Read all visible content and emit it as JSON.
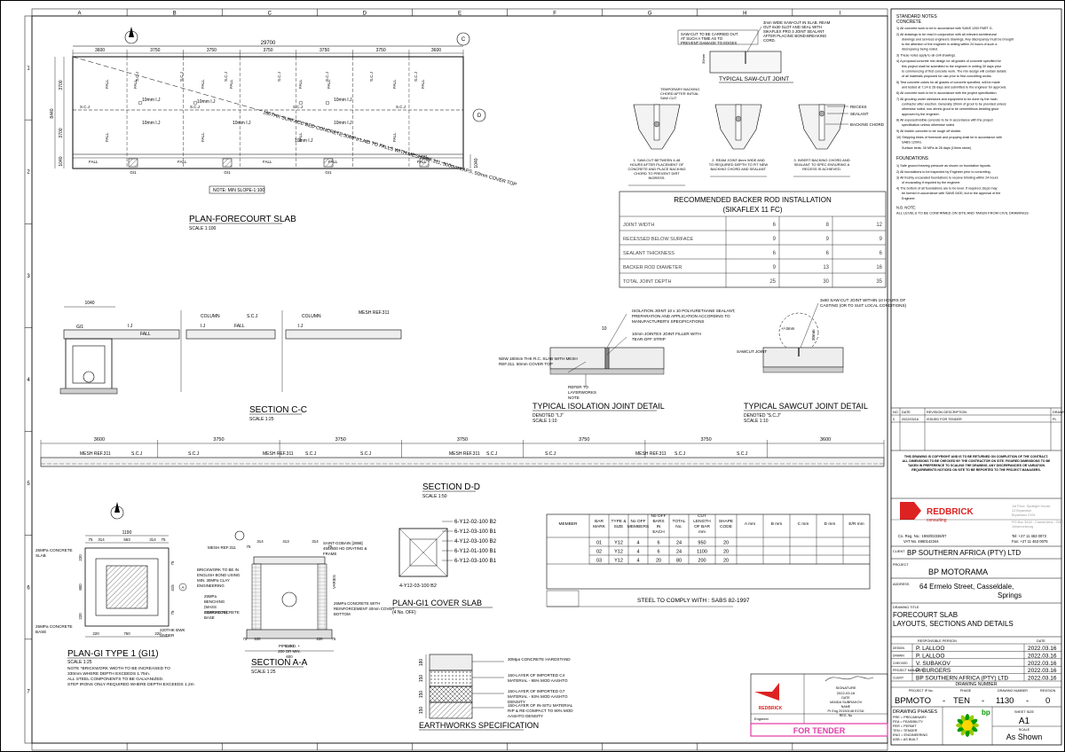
{
  "grid_cols": [
    "A",
    "B",
    "C",
    "D",
    "E",
    "F",
    "G",
    "H",
    "I"
  ],
  "grid_rows": [
    "1",
    "2",
    "3",
    "4",
    "5",
    "6",
    "7"
  ],
  "plan": {
    "title": "PLAN-FORECOURT SLAB",
    "scale": "SCALE 1:100",
    "total_dim": "29700",
    "bay_dims": [
      "3600",
      "3750",
      "3750",
      "3750",
      "3750",
      "3750",
      "3600"
    ],
    "left_dims": [
      "3700",
      "3700",
      "1040"
    ],
    "overall_height": "8440",
    "bottom_dims": [
      "1040",
      "1040"
    ],
    "fall_note": "180THK SURFACE BED CONCRETE 30MPa LAID TO FALLS WITH MESH REF.311, 500mm LAPS, 50mm COVER TOP",
    "min_slope_note": "NOTE: MIN SLOPE-1:100",
    "labels": {
      "fall": "FALL",
      "scj": "S.C.J",
      "ij": "10mm I.J",
      "gi1": "GI1"
    },
    "sec_marks": [
      "C",
      "D"
    ]
  },
  "saw_cut": {
    "title": "TYPICAL SAW-CUT JOINT",
    "note_left": "SAW-CUT TO BE CARRIED OUT AT SUCH A TIME AS TO PREVENT DAMAGE TO EDGES",
    "note_right": "3mm WIDE SAW-CUT IN SLAB. REAM OUT 8x30 SLOT AND SEAL WITH SIKAFLEX PRO 3 JOINT SEALANT AFTER PLACING BOND-BREAKING CORD.",
    "dim_depth": "30mm",
    "temp_note": "TEMPORARY BACKING CHORD AFTER INITIAL SAW CUT",
    "recess": "RECESS",
    "sealant": "SEALANT",
    "backing_chord": "BACKING CHORD",
    "steps": [
      "1. SAW-CUT BETWEEN 4-48 HOURS AFTER PLACEMENT OF CONCRETE AND PLACE BACKING CHORD TO PREVENT DIRT INGRESS.",
      "2. REAM JOINT 8mm WIDE AND TO REQUIRED DEPTH TO FIT NEW BACKING CHORD AND SEALANT.",
      "3. INSERT BACKING CHORD AND SEALANT TO SPEC ENSURING A RECESS IS ACHIEVED."
    ]
  },
  "backer_table": {
    "title1": "RECOMMENDED BACKER ROD INSTALLATION",
    "title2": "(SIKAFLEX 11 FC)",
    "rows": [
      {
        "label": "JOINT WIDTH",
        "vals": [
          "6",
          "8",
          "12"
        ]
      },
      {
        "label": "RECESSED BELOW SURFACE",
        "vals": [
          "9",
          "9",
          "9"
        ]
      },
      {
        "label": "SEALANT THICKNESS",
        "vals": [
          "6",
          "6",
          "6"
        ]
      },
      {
        "label": "BACKER ROD DIAMETER",
        "vals": [
          "9",
          "13",
          "16"
        ]
      },
      {
        "label": "TOTAL JOINT DEPTH",
        "vals": [
          "25",
          "30",
          "35"
        ]
      }
    ]
  },
  "notes": {
    "h1": "STANDARD NOTES",
    "h1b": "CONCRETE",
    "concrete": [
      "1) All concrete work to be in accordance with SANS 1200 PART G.",
      "2) All drawings to be read in conjunction with all relevant architectural drawings and services engineers drawings. Any discrepancy must be brought to the attention of the engineer in writing within 24 hours of such a discrepancy being noted.",
      "3) These notes apply to all civil drawings.",
      "4) A proposal concrete mix design for all grades of concrete specified for this project shall be submitted to the engineer in writing 30 days prior to commencing of first concrete work. The mix design will contain details of all materials proposed for use prior to first concreting works.",
      "5) Test concrete cubes for all grades of concrete specified, will be made and tested at 7,14 & 28 days and submitted to the engineer for approval.",
      "6) All concrete work to be in accordance with the project specification.",
      "7) All grouting under steelwork and equipment to be done by the main contractor after erection. Generally 30mm of grout to be provided unless otherwise noted, non-shrink grout to be cementitious bedding grout approved by the engineer.",
      "8) All exposed/visible concrete to be in accordance with the project specification unless otherwise noted.",
      "9) All hidden concrete to be rough off shutter.",
      "10) Stripping times of formwork and propping shall be in accordance with SABS 1200G."
    ],
    "surface_beds": "Surface beds:     30 MPa at 28 days (19mm stone)",
    "h2": "FOUNDATIONS",
    "foundations": [
      "1) Safe ground bearing pressure as shown on foundation layouts.",
      "2) All foundations to be inspected by Engineer prior to concreting.",
      "3) All freshly excavated foundations to receive blinding within 24 hours of excavating if required by the engineer.",
      "4) The bottom of all foundations are to be level. If required, steps may be formed in accordance with SANS 0400, but to the approval of the Engineer."
    ],
    "nb1": "N.B. NOTE:",
    "nb2": "ALL LEVELS TO BE CONFIRMED ON SITE AND TAKEN FROM CIVIL DRAWINGS"
  },
  "section_cc": {
    "title": "SECTION C-C",
    "scale": "SCALE 1:25",
    "dim": "1040",
    "column": "COLUMN",
    "scj": "S.C.J",
    "ij": "I.J",
    "fall": "FALL",
    "mesh": "MESH REF.311",
    "gi1": "GI1"
  },
  "isolation": {
    "title": "TYPICAL ISOLATION JOINT DETAIL",
    "denoted": "DENOTED \"I.J\"",
    "scale": "SCALE 1:10",
    "note1": "ISOLATION JOINT 10 x 10 POLYURETHANE SEALANT, PREPARATION AND APPLICATION ACCORDING TO MANUFACTURER'S SPECIFICATIONS",
    "note2": "10mm JOINTEX JOINT FILLER WITH TEAR-OFF STRIP",
    "note3": "NEW 180mm THK R.C. SLAB WITH MESH REF.311. 50mm COVER TOP",
    "note4": "REFER TO LAYERWORKS NOTE",
    "dim": "10"
  },
  "sawcut_detail": {
    "title": "TYPICAL SAWCUT JOINT DETAIL",
    "denoted": "DENOTED \"S.C.J\"",
    "scale": "SCALE 1:10",
    "note1": "3x60 SAW-CUT JOINT WITHIN 10 HOURS OF CASTING (OR TO SUIT LOCAL CONDITIONS)",
    "note2": "SAWCUT JOINT",
    "dim1": "+/-3mm",
    "dim2": "30mm"
  },
  "section_dd": {
    "title": "SECTION D-D",
    "scale": "SCALE 1:50",
    "dims": [
      "3600",
      "3750",
      "3750",
      "3750",
      "3750",
      "3750",
      "3600"
    ],
    "mesh": "MESH REF.311",
    "scj": "S.C.J"
  },
  "plan_gi": {
    "title": "PLAN-GI TYPE 1 (GI1)",
    "scale": "SCALE 1:25",
    "note1": "NOTE *BRICKWORK WIDTH TO BE INCREASED TO 330mm WHERE DEPTH EXCEEDS 1.75m.",
    "note2": "ALL STEEL COMPONENTS TO BE GALVANIZED.",
    "note3": "STEP IRONS ONLY REQUIRED WHERE DEPTH EXCEEDS 1.2m",
    "top_dim": "1190",
    "top_dims": [
      "75",
      "314",
      "563",
      "314",
      "75"
    ],
    "side_dims": [
      "220",
      "800",
      "220"
    ],
    "side_dims_r": [
      "75",
      "415",
      "75"
    ],
    "bottom_dims": [
      "220",
      "750",
      "220"
    ],
    "label1": "25MPa CONCRETE SLAB",
    "label2": "25MPa CONCRETE BASE",
    "label3": "220THK BWK UNDER",
    "cut": "A"
  },
  "section_aa": {
    "title": "SECTION A-A",
    "scale": "SCALE 1:25",
    "mesh": "MESH REF.311",
    "top_dims": [
      "314",
      "413",
      "314"
    ],
    "top_dims2": [
      "75",
      "75"
    ],
    "label1": "SAINT-GOBAIN [2898] 450x600 HD GRATING & FRAME",
    "label2": "BRICKWORK TO BE IN ENGLISH BOND USING MIN. 30MPa CLAY ENGINEERING",
    "label3": "25MPa CONCRETE WITH REINFORCEMENT 40mm COVER BOTTOM",
    "label4": "25MPa BENCHING (MASS CONCRETE)",
    "label5": "25MPa CONCRETE BASE",
    "varies": "VARIES",
    "pipe": "PIPE O.D. + 200 OR MIN. 600",
    "bottom": "1190",
    "bottom_dims": [
      "75",
      "220",
      "220",
      "75"
    ]
  },
  "cover_slab": {
    "title": "PLAN-GI1 COVER SLAB",
    "sub": "(4 No. OFF)",
    "bars": [
      "6-Y12-02-100 B2",
      "6-Y12-03-100 B1",
      "4-Y12-03-100 B2",
      "6-Y12-01-100 B1",
      "6-Y12-03-100 B1"
    ],
    "bottom_bar": "4-Y12-03-100 B2"
  },
  "bending": {
    "headers": [
      "MEMBER",
      "BAR MARK",
      "TYPE & SIZE",
      "No OFF MEMBERS",
      "No OFF BARS IN EACH",
      "TOTAL No.",
      "CUT LENGTH OF BAR mm",
      "SHAPE CODE",
      "A mm",
      "B mm",
      "C mm",
      "D mm",
      "E/R mm"
    ],
    "rows": [
      [
        "",
        "01",
        "Y12",
        "4",
        "6",
        "24",
        "950",
        "20",
        "",
        "",
        "",
        "",
        ""
      ],
      [
        "",
        "02",
        "Y12",
        "4",
        "6",
        "24",
        "1100",
        "20",
        "",
        "",
        "",
        "",
        ""
      ],
      [
        "",
        "03",
        "Y12",
        "4",
        "20",
        "80",
        "200",
        "20",
        "",
        "",
        "",
        "",
        ""
      ]
    ],
    "steel_note": "STEEL TO COMPLY WITH : SABS 82-1997"
  },
  "earthworks": {
    "title": "EARTHWORKS SPECIFICATION",
    "dims": [
      "180",
      "150",
      "150",
      "150"
    ],
    "layers": [
      "30Mpa CONCRETE HARDSTAND",
      "150-LAYER OF IMPORTED C4 MATERIAL - 95% MOD AASHTO",
      "150-LAYER OF IMPORTED G7 MATERIAL - 93% MOD AASHTO DENSITY",
      "150-LAYER OF IN-SITU MATERIAL RIP & RE-COMPACT TO 90% MOD AASHTO DENSITY"
    ]
  },
  "signature": {
    "label": "SIGNATURE",
    "date": "2022-03-16",
    "date_label": "DATE",
    "name": "VANDA SUBRAKOV",
    "name_label": "NAME",
    "reg": "Pr Eng 20150148 ECSA",
    "reg_label": "REG. No",
    "engineer": "Engineer",
    "status": "FOR TENDER"
  },
  "revisions": {
    "headers": [
      "NO",
      "DATE",
      "REVISION DESCRIPTION",
      "DRAWN"
    ],
    "rows": [
      [
        "0",
        "2022/03/16",
        "ISSUED FOR TENDER",
        "PL"
      ]
    ]
  },
  "copyright": "THIS DRAWING IS COPYRIGHT AND IS TO BE RETURNED ON COMPLETION OF THE CONTRACT. ALL DIMENSIONS TO BE CHECKED BY THE CONTRACTOR ON SITE. FIGURED DIMENSIONS TO BE TAKEN IN PREFERENCE TO SCALING THE DRAWING. ANY DISCREPANCIES OR VARIATION REQUIREMENTS NOTICED ON SITE TO BE REPORTED TO THE PROJECT MANAGERS.",
  "company": {
    "name": "REDBRICK",
    "sub": "consulting",
    "addr": [
      "1st Floor, Spotlight House",
      "13 Bryanston",
      "Bryanston 2191"
    ],
    "po": [
      "PO Box 3418 - Cramerview - 2060",
      "Johannesburg"
    ],
    "reg": "Co. Reg. No.: 1993/02336/07",
    "vat": "VAT No. 4860142344",
    "tel": "Tel: +27 11 463 0073",
    "fax": "Fax: +27 11 463 0075"
  },
  "client": {
    "label": "CLIENT",
    "value": "BP SOUTHERN AFRICA (PTY) LTD"
  },
  "project": {
    "label": "PROJECT",
    "value": "BP MOTORAMA"
  },
  "address": {
    "label": "ADDRESS",
    "line1": "64 Ermelo Street, Casseldale,",
    "line2": "Springs"
  },
  "drawing_title": {
    "label": "DRAWING TITLE",
    "line1": "FORECOURT SLAB",
    "line2": "LAYOUTS, SECTIONS AND DETAILS"
  },
  "persons": {
    "h1": "RESPONSIBLE PERSON",
    "h2": "DATE",
    "rows": [
      {
        "role": "DESIGN",
        "name": "P. LALLOO",
        "date": "2022.03.16"
      },
      {
        "role": "DRAWN",
        "name": "P. LALLOO",
        "date": "2022.03.16"
      },
      {
        "role": "CHECKED",
        "name": "V. SUBAKOV",
        "date": "2022.03.16"
      },
      {
        "role": "PROJECT MANAGER",
        "name": "P. BURGERS",
        "date": "2022.03.16"
      },
      {
        "role": "CLIENT",
        "name": "BP SOUTHERN AFRICA (PTY) LTD",
        "date": "2022.03.16"
      }
    ]
  },
  "drawing_number": {
    "label": "DRAWING NUMBER",
    "col_labels": [
      "PROJECT IP No.",
      "PHASE",
      "DRAWING NUMBER",
      "REVISION"
    ],
    "values": [
      "BPMOTO",
      "-",
      "TEN",
      "-",
      "1130",
      "-",
      "0"
    ]
  },
  "phases": {
    "title": "DRAWING PHASES",
    "items": [
      "PRE = PRELIMINARY",
      "FEA = FEASIBILITY",
      "PER = PERMIT",
      "TEN = TENDER",
      "ENG = ENGINEERING",
      "ASB = AS BUILT"
    ]
  },
  "sheet": {
    "size_label": "SHEET SIZE",
    "size": "A1",
    "scale_label": "SCALE",
    "scale": "As Shown"
  },
  "bp": "bp"
}
